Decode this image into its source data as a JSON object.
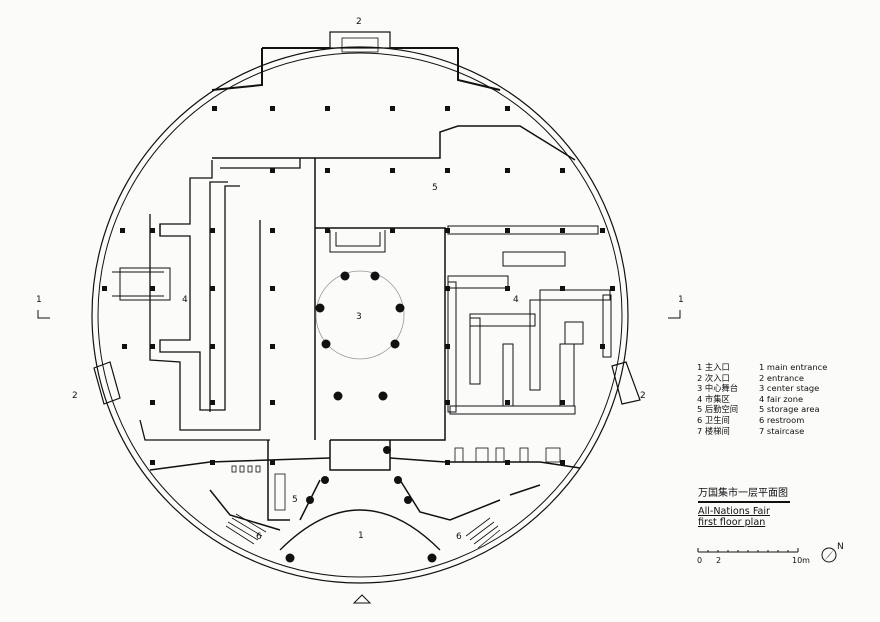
{
  "zone_labels": {
    "main_entrance": "1",
    "secondary_entrance": "2",
    "center_stage": "3",
    "fair_zone": "4",
    "storage_area": "5",
    "restroom": "6",
    "section_marker": "1"
  },
  "legend": [
    {
      "zh": "1 主入口",
      "en": "1 main entrance"
    },
    {
      "zh": "2 次入口",
      "en": "2 entrance"
    },
    {
      "zh": "3 中心舞台",
      "en": "3 center stage"
    },
    {
      "zh": "4 市集区",
      "en": "4 fair zone"
    },
    {
      "zh": "5 后勤空间",
      "en": "5 storage area"
    },
    {
      "zh": "6 卫生间",
      "en": "6 restroom"
    },
    {
      "zh": "7 楼梯间",
      "en": "7 staircase"
    }
  ],
  "title": {
    "zh": "万国集市一层平面图",
    "en_line1": "All-Nations Fair",
    "en_line2": "first floor plan"
  },
  "scale_bar": {
    "start": "0",
    "mid": "2",
    "end": "10m"
  },
  "north_label": "N"
}
